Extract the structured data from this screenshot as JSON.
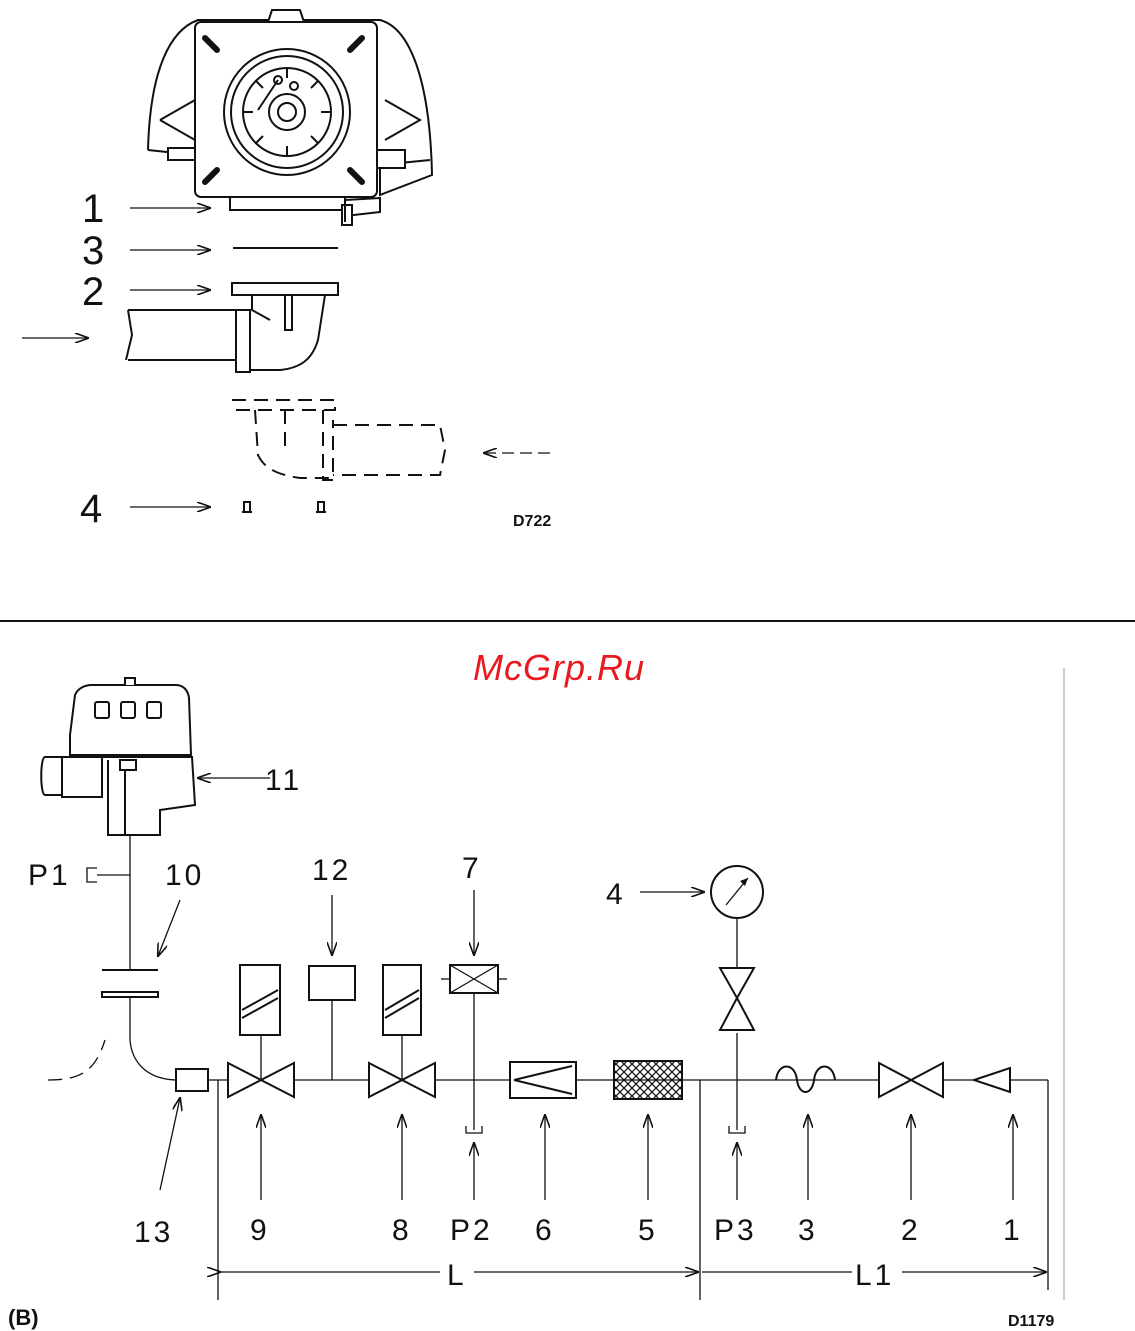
{
  "top_figure": {
    "callouts": [
      "1",
      "3",
      "2",
      "4"
    ],
    "code": "D722"
  },
  "bottom_figure": {
    "watermark": "McGrp.Ru",
    "section_label": "(B)",
    "code": "D1179",
    "callouts": {
      "c11": "11",
      "c10": "10",
      "p1": "P1",
      "c12": "12",
      "c7": "7",
      "c4": "4",
      "c13": "13",
      "c9": "9",
      "c8": "8",
      "p2": "P2",
      "c6": "6",
      "c5": "5",
      "p3": "P3",
      "c3": "3",
      "c2": "2",
      "c1": "1"
    },
    "dimensions": {
      "l": "L",
      "l1": "L1"
    }
  }
}
